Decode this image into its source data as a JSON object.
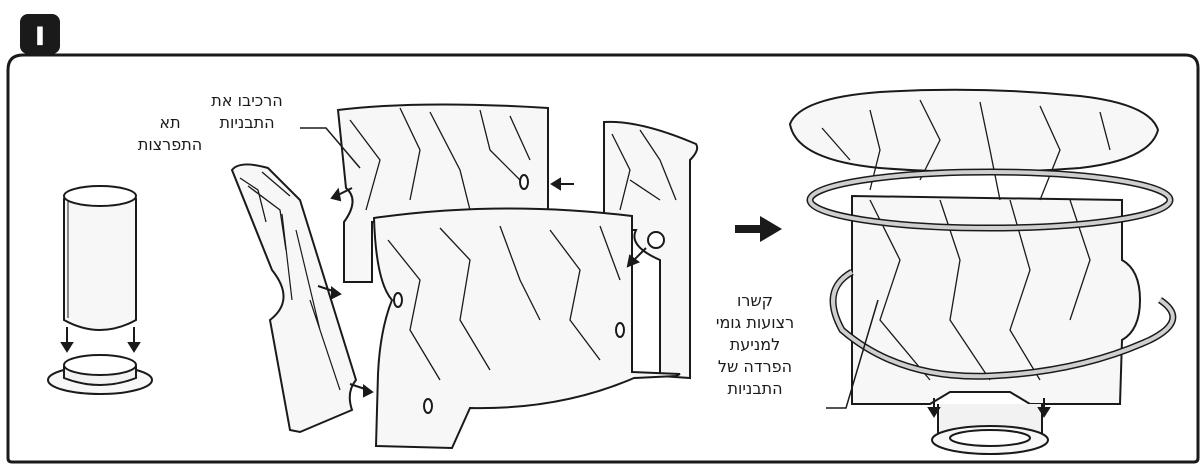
{
  "step": {
    "badge_text": "ו"
  },
  "labels": {
    "burst_chamber": [
      "תא",
      "התפרצות"
    ],
    "assemble": [
      "הרכיבו את",
      "התבניות"
    ],
    "rubber_bands": [
      "קשרו",
      "רצועות גומי",
      "למניעת",
      "הפרדה של",
      "התבניות"
    ]
  },
  "colors": {
    "ink": "#1a1a1a",
    "paper": "#ffffff",
    "panel": "#f7f7f7",
    "band": "#cfcfcf"
  },
  "icons": {
    "step_arrow": "right-arrow-icon"
  }
}
